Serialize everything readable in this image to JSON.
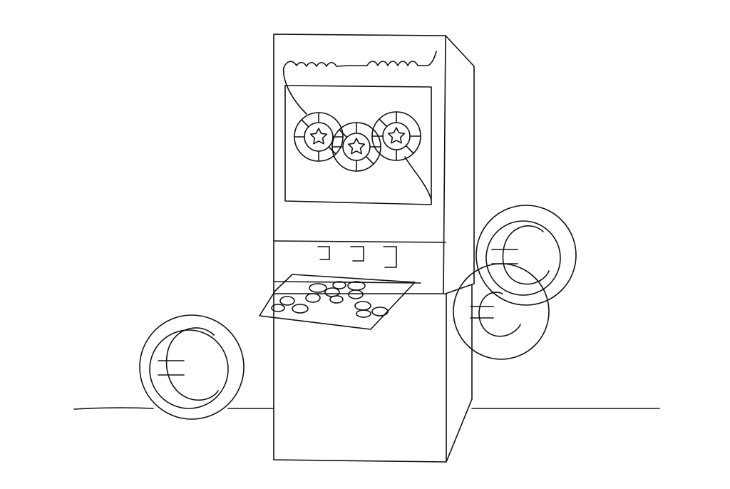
{
  "illustration": {
    "subject": "slot-machine-with-euro-coins",
    "style": "continuous-line-drawing",
    "colors": {
      "background": "#ffffff",
      "line": "#111111"
    },
    "elements": {
      "machine": {
        "reels": 3,
        "reel_symbol": "star-icon",
        "buttons": 13,
        "slot_openings": 3
      },
      "coins": {
        "count": 3,
        "symbol": "euro-icon"
      }
    }
  }
}
